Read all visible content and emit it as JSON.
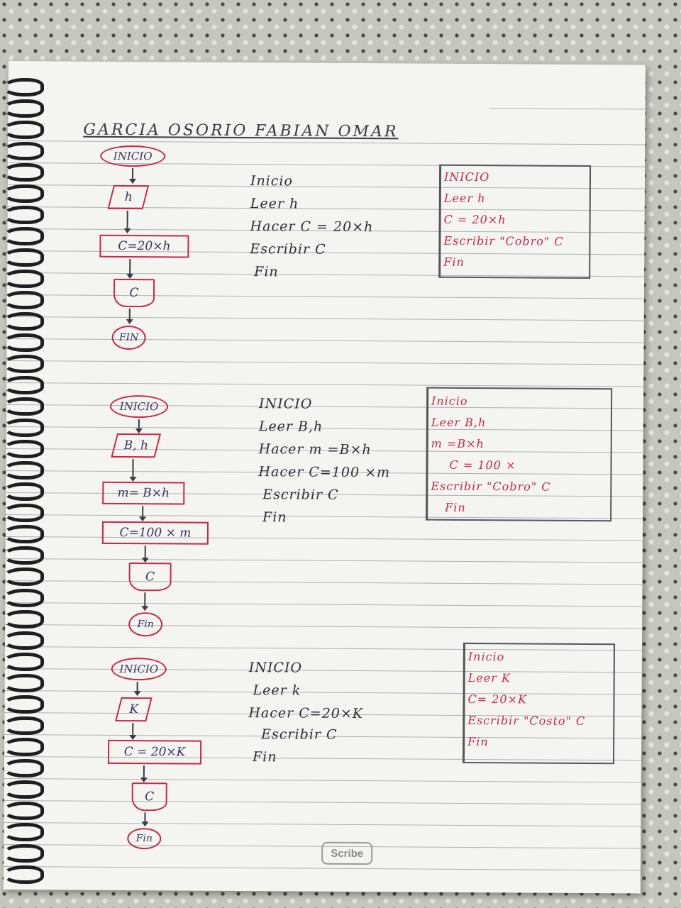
{
  "title": "GARCIA OSORIO FABIAN OMAR",
  "brand": "Scribe",
  "colors": {
    "ink": "#2e2e3a",
    "red_ink": "#c8284a",
    "blue_ink": "#2d2f8a",
    "paper": "#f4f4f1"
  },
  "exercises": [
    {
      "flow": {
        "start": "INICIO",
        "input": "h",
        "process1": "C=20×h",
        "process2": "",
        "output": "C",
        "end": "FIN"
      },
      "pseudo": [
        "Inicio",
        "Leer h",
        "Hacer C = 20×h",
        "Escribir C",
        "Fin"
      ],
      "table": [
        "INICIO",
        "Leer h",
        "C = 20×h",
        "Escribir \"Cobro\" C",
        "Fin"
      ]
    },
    {
      "flow": {
        "start": "INICIO",
        "input": "B, h",
        "process1": "m= B×h",
        "process2": "C=100 × m",
        "output": "C",
        "end": "Fin"
      },
      "pseudo": [
        "INICIO",
        "Leer B,h",
        "Hacer m =B×h",
        "Hacer C=100 ×m",
        "Escribir C",
        "Fin"
      ],
      "table": [
        "Inicio",
        "Leer B,h",
        "m =B×h",
        "C = 100 ×",
        "Escribir \"Cobro\" C",
        "Fin"
      ]
    },
    {
      "flow": {
        "start": "INICIO",
        "input": "K",
        "process1": "C = 20×K",
        "process2": "",
        "output": "C",
        "end": "Fin"
      },
      "pseudo": [
        "INICIO",
        "Leer k",
        "Hacer C=20×K",
        "Escribir C",
        "Fin"
      ],
      "table": [
        "Inicio",
        "Leer K",
        "C= 20×K",
        "Escribir \"Costo\" C",
        "Fin"
      ]
    }
  ]
}
